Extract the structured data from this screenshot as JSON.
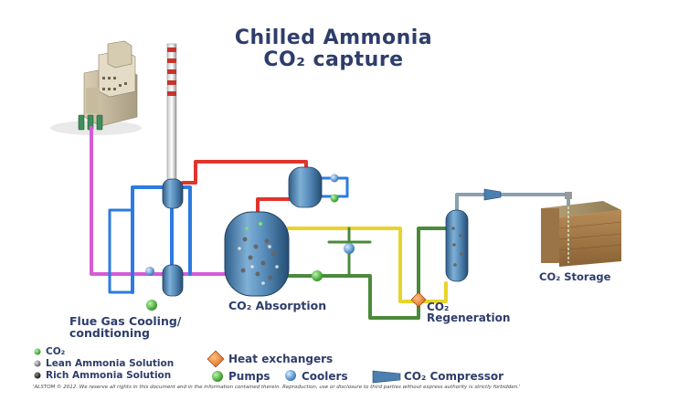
{
  "title": {
    "line1": "Chilled Ammonia",
    "line2": "CO₂  capture"
  },
  "labels": {
    "flue_gas": "Flue Gas Cooling/\nconditioning",
    "absorption": "CO₂ Absorption",
    "regeneration": "CO₂\nRegeneration",
    "storage": "CO₂ Storage"
  },
  "legend": {
    "co2": "CO₂",
    "lean": "Lean Ammonia Solution",
    "rich": "Rich Ammonia Solution",
    "heat_exchangers": "Heat exchangers",
    "pumps": "Pumps",
    "coolers": "Coolers",
    "compressor": "CO₂ Compressor"
  },
  "copyright": "'ALSTOM © 2012. We reserve all rights in this document and in the information contained therein. Reproduction, use or disclosure to third parties without express authority is strictly forbidden.'",
  "colors": {
    "title": "#2e3d6b",
    "pipe_red": "#e0342c",
    "pipe_blue": "#2b7be0",
    "pipe_magenta": "#d65bd6",
    "pipe_yellow": "#e8d42a",
    "pipe_green": "#4a8a3a",
    "pipe_grey": "#8aa0b0",
    "vessel": "#4f89b9"
  }
}
